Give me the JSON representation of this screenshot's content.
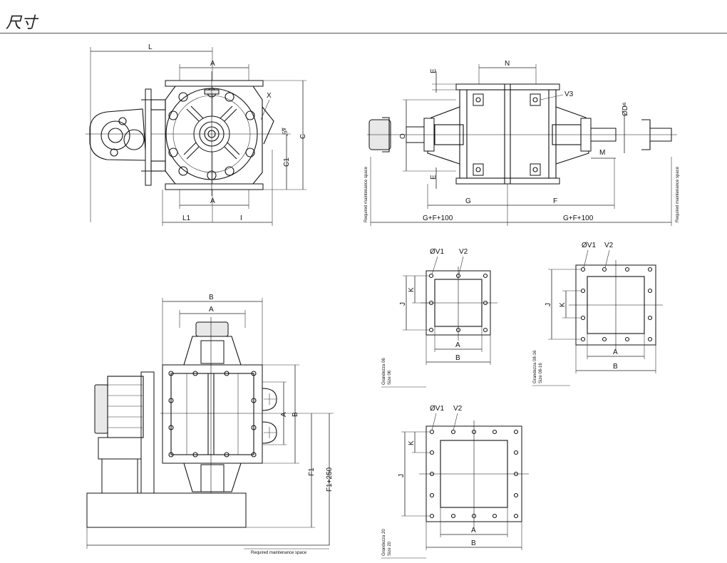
{
  "page": {
    "title": "尺寸"
  },
  "labels": {
    "L": "L",
    "A": "A",
    "X": "X",
    "angle": "45°",
    "C": "C",
    "C1": "C1",
    "L1": "L1",
    "I": "I",
    "N": "N",
    "E": "E",
    "V3": "V3",
    "OD": "ØD",
    "OD_sup": "k6",
    "O": "O",
    "M": "M",
    "G": "G",
    "F": "F",
    "GF100": "G+F+100",
    "B": "B",
    "F1": "F1",
    "F1_250": "F1+250",
    "OV1": "ØV1",
    "V2": "V2",
    "J": "J",
    "K": "K",
    "maint": "Required maintenance space",
    "size06_it": "Grandezza 06",
    "size06_en": "Size 06",
    "size0816_it": "Grandezza 08-16",
    "size0816_en": "Size 08-16",
    "size20_it": "Grandezza 20",
    "size20_en": "Size 20"
  }
}
